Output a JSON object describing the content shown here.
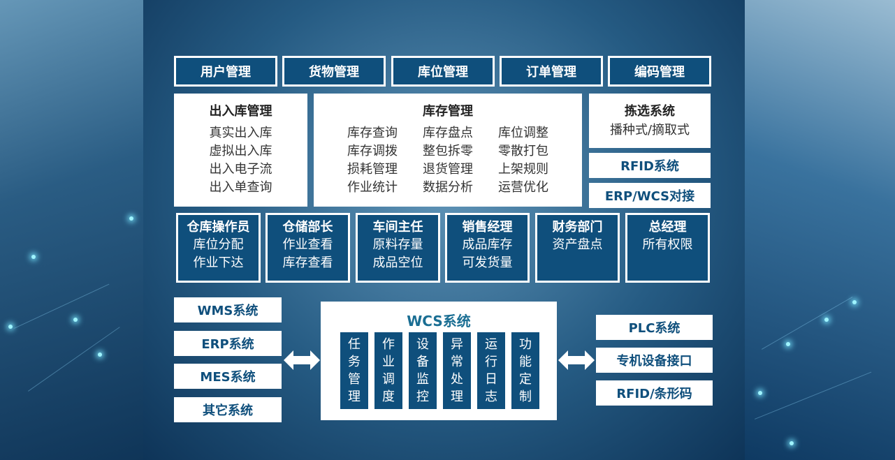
{
  "top_tabs": [
    "用户管理",
    "货物管理",
    "库位管理",
    "订单管理",
    "编码管理"
  ],
  "inout": {
    "title": "出入库管理",
    "items": [
      "真实出入库",
      "虚拟出入库",
      "出入电子流",
      "出入单查询"
    ]
  },
  "inventory": {
    "title": "库存管理",
    "rows": [
      [
        "库存查询",
        "库存盘点",
        "库位调整"
      ],
      [
        "库存调拨",
        "整包拆零",
        "零散打包"
      ],
      [
        "损耗管理",
        "退货管理",
        "上架规则"
      ],
      [
        "作业统计",
        "数据分析",
        "运营优化"
      ]
    ]
  },
  "picking": {
    "title": "拣选系统",
    "sub": "播种式/摘取式"
  },
  "rfid_system": "RFID系统",
  "erp_wcs": "ERP/WCS对接",
  "roles": [
    {
      "title": "仓库操作员",
      "lines": [
        "库位分配",
        "作业下达"
      ]
    },
    {
      "title": "仓储部长",
      "lines": [
        "作业查看",
        "库存查看"
      ]
    },
    {
      "title": "车间主任",
      "lines": [
        "原料存量",
        "成品空位"
      ]
    },
    {
      "title": "销售经理",
      "lines": [
        "成品库存",
        "可发货量"
      ]
    },
    {
      "title": "财务部门",
      "lines": [
        "资产盘点"
      ]
    },
    {
      "title": "总经理",
      "lines": [
        "所有权限"
      ]
    }
  ],
  "left_systems": [
    "WMS系统",
    "ERP系统",
    "MES系统",
    "其它系统"
  ],
  "wcs": {
    "title": "WCS系统",
    "columns": [
      "任务管理",
      "作业调度",
      "设备监控",
      "异常处理",
      "运行日志",
      "功能定制"
    ]
  },
  "right_systems": [
    "PLC系统",
    "专机设备接口",
    "RFID/条形码"
  ],
  "colors": {
    "primary": "#0f4f7c",
    "panel": "#ffffff",
    "accent": "#1a6e93"
  }
}
